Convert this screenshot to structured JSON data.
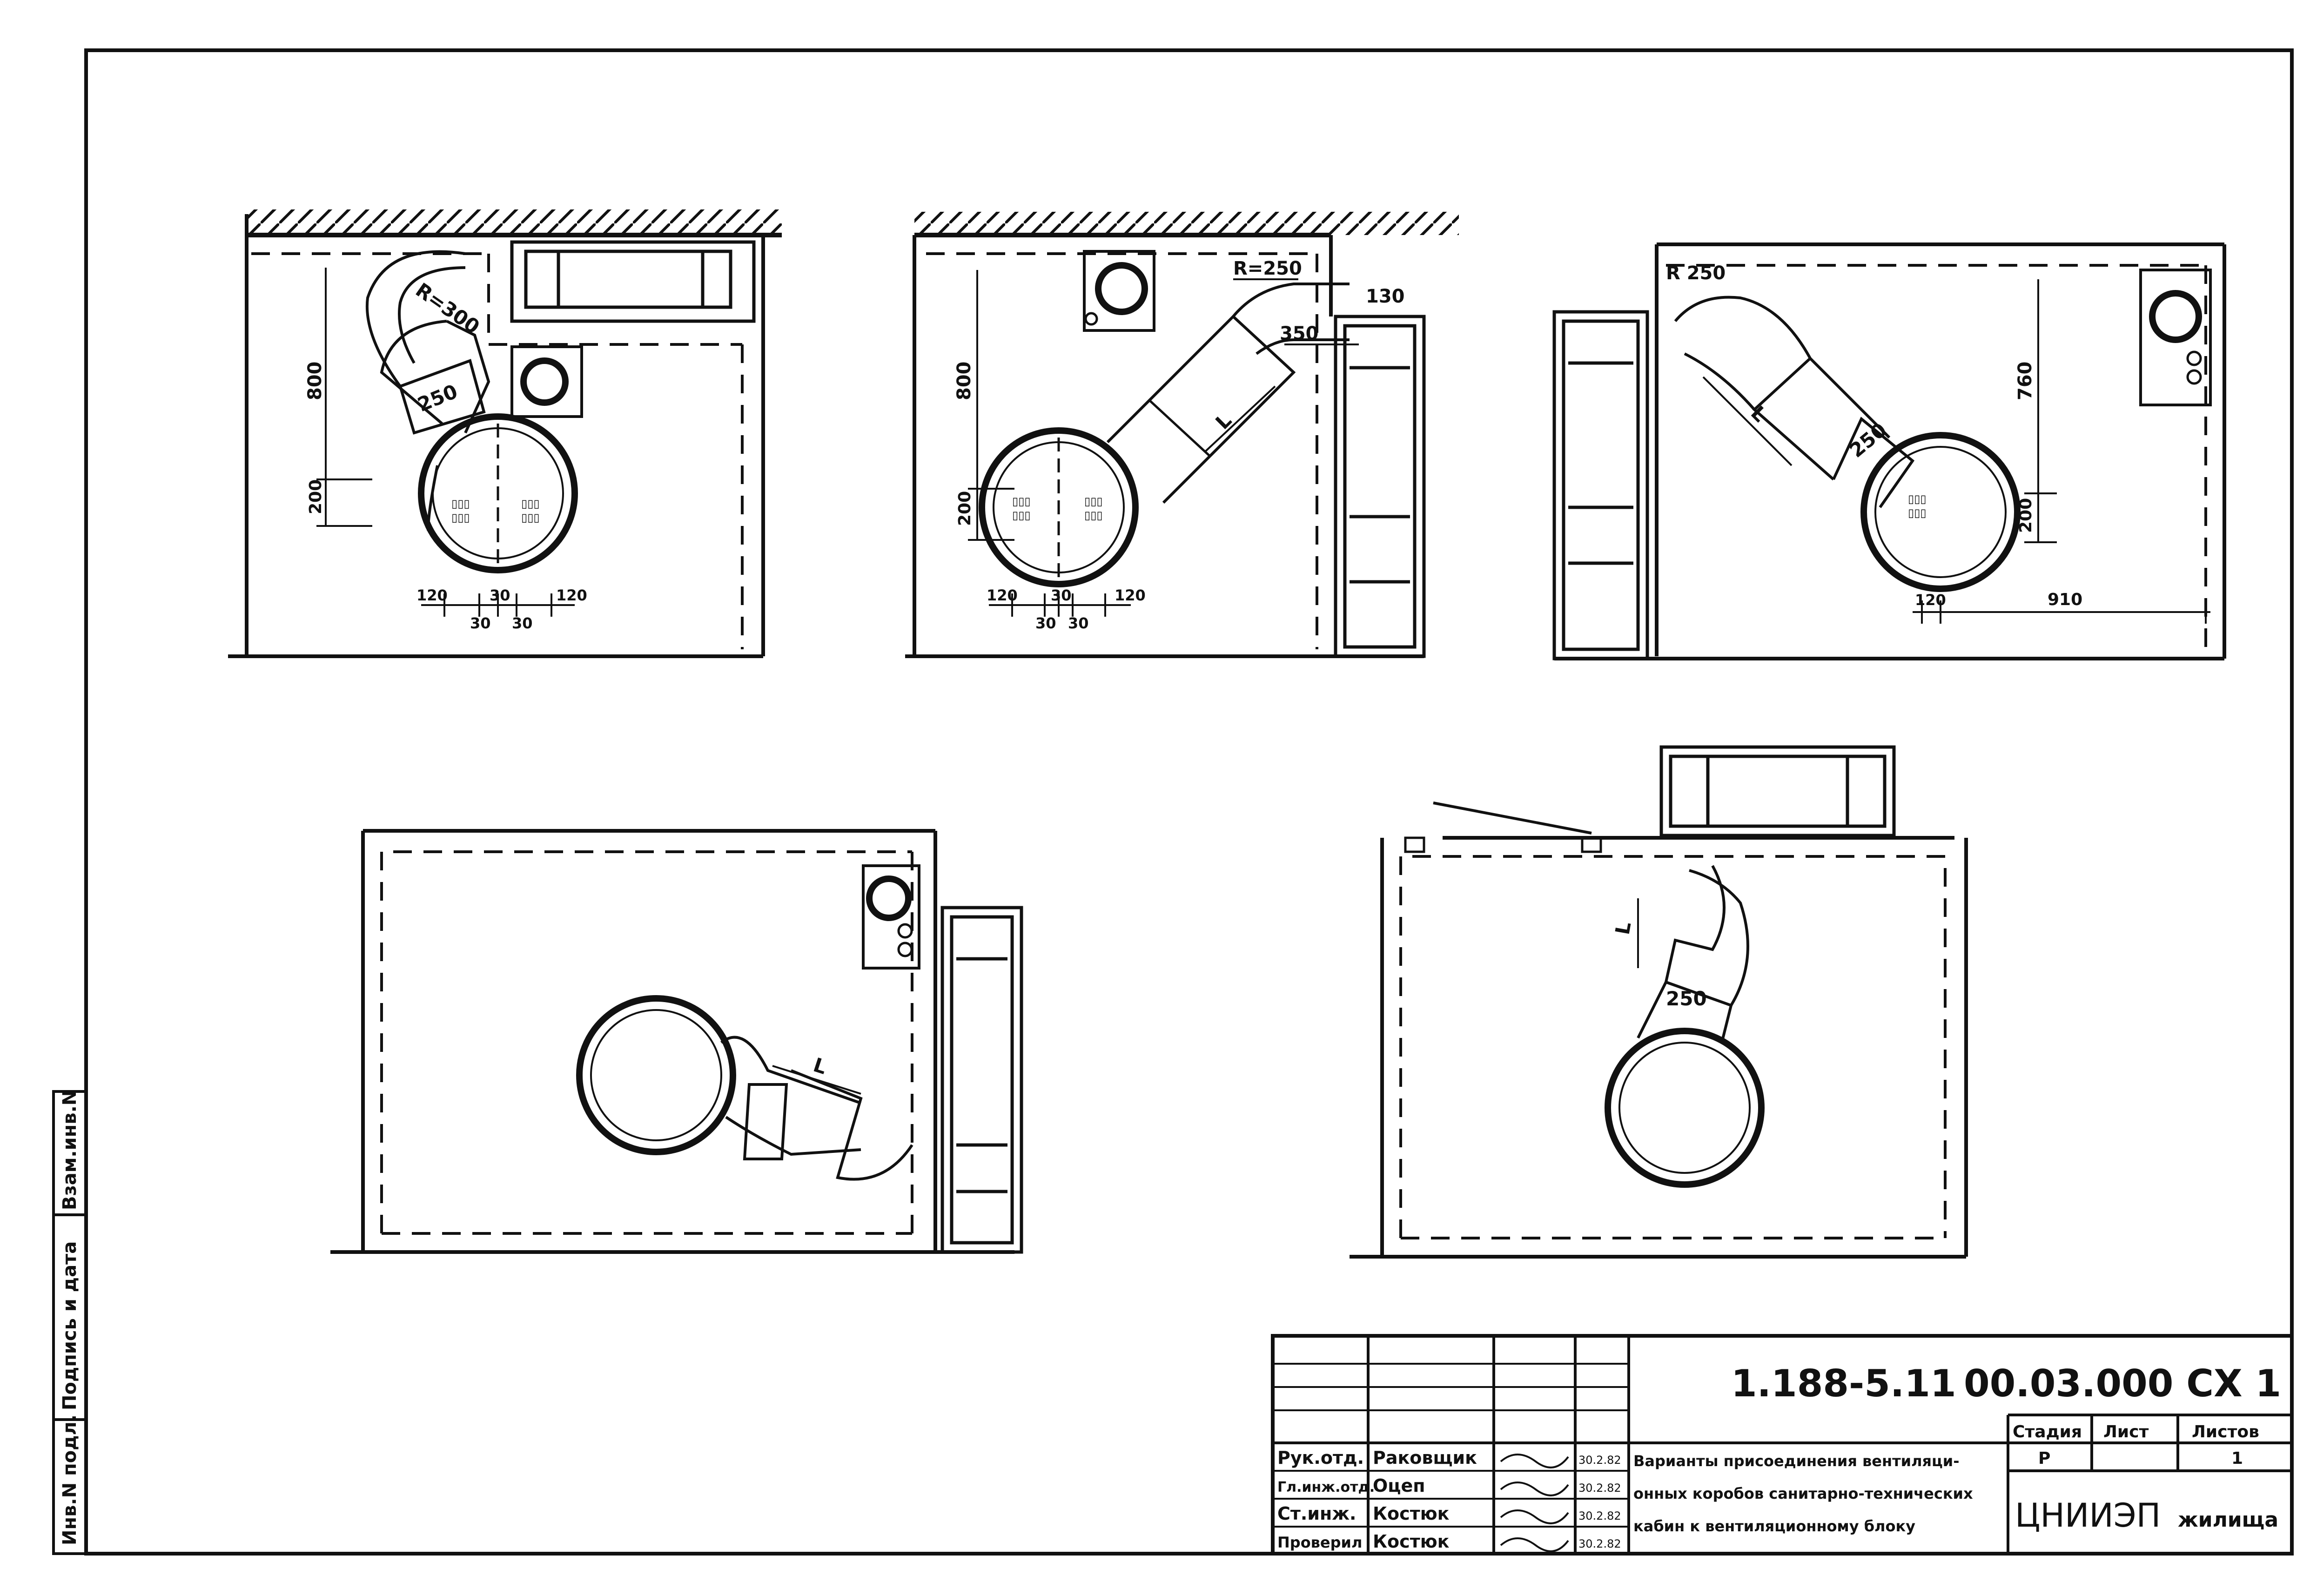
{
  "side_stamp": {
    "cells": [
      "Инв.N подл.",
      "Подпись и дата",
      "Взам.инв.N"
    ]
  },
  "views": {
    "v1": {
      "radius_label": "R=300",
      "duct_label": "250",
      "height_label": "800",
      "offset_label": "200",
      "bottom_dims": [
        "120",
        "30",
        "30",
        "30",
        "120"
      ]
    },
    "v2": {
      "radius_label": "R=250",
      "gap_label": "130",
      "dist_label": "350",
      "length_label": "L",
      "height_label": "800",
      "offset_label": "200",
      "bottom_dims": [
        "120",
        "30",
        "30",
        "30",
        "120"
      ]
    },
    "v3": {
      "radius_label": "R 250",
      "duct_label": "250",
      "length_label": "L",
      "height_label": "760",
      "offset_label": "200",
      "side_dim": "120",
      "width_dim": "910"
    },
    "v4": {
      "length_label": "L"
    },
    "v5": {
      "length_label": "L",
      "duct_label": "250"
    }
  },
  "title_block": {
    "doc_code": "1.188-5.11",
    "doc_number": "00.03.000 СХ 1",
    "roles": [
      {
        "role": "Рук.отд.",
        "name": "Раковщик",
        "date": "30.2.82"
      },
      {
        "role": "Гл.инж.отд.",
        "name": "Оцеп",
        "date": "30.2.82"
      },
      {
        "role": "Ст.инж.",
        "name": "Костюк",
        "date": "30.2.82"
      },
      {
        "role": "Проверил",
        "name": "Костюк",
        "date": "30.2.82"
      }
    ],
    "sheet_title": [
      "Варианты присоединения вентиляци-",
      "онных коробов санитарно-технических",
      "кабин к вентиляционному блоку"
    ],
    "stage_header": "Стадия",
    "sheet_header": "Лист",
    "sheets_header": "Листов",
    "stage_value": "Р",
    "sheet_value": "",
    "sheets_value": "1",
    "org_main": "ЦНИИЭП",
    "org_sub": "жилища"
  }
}
